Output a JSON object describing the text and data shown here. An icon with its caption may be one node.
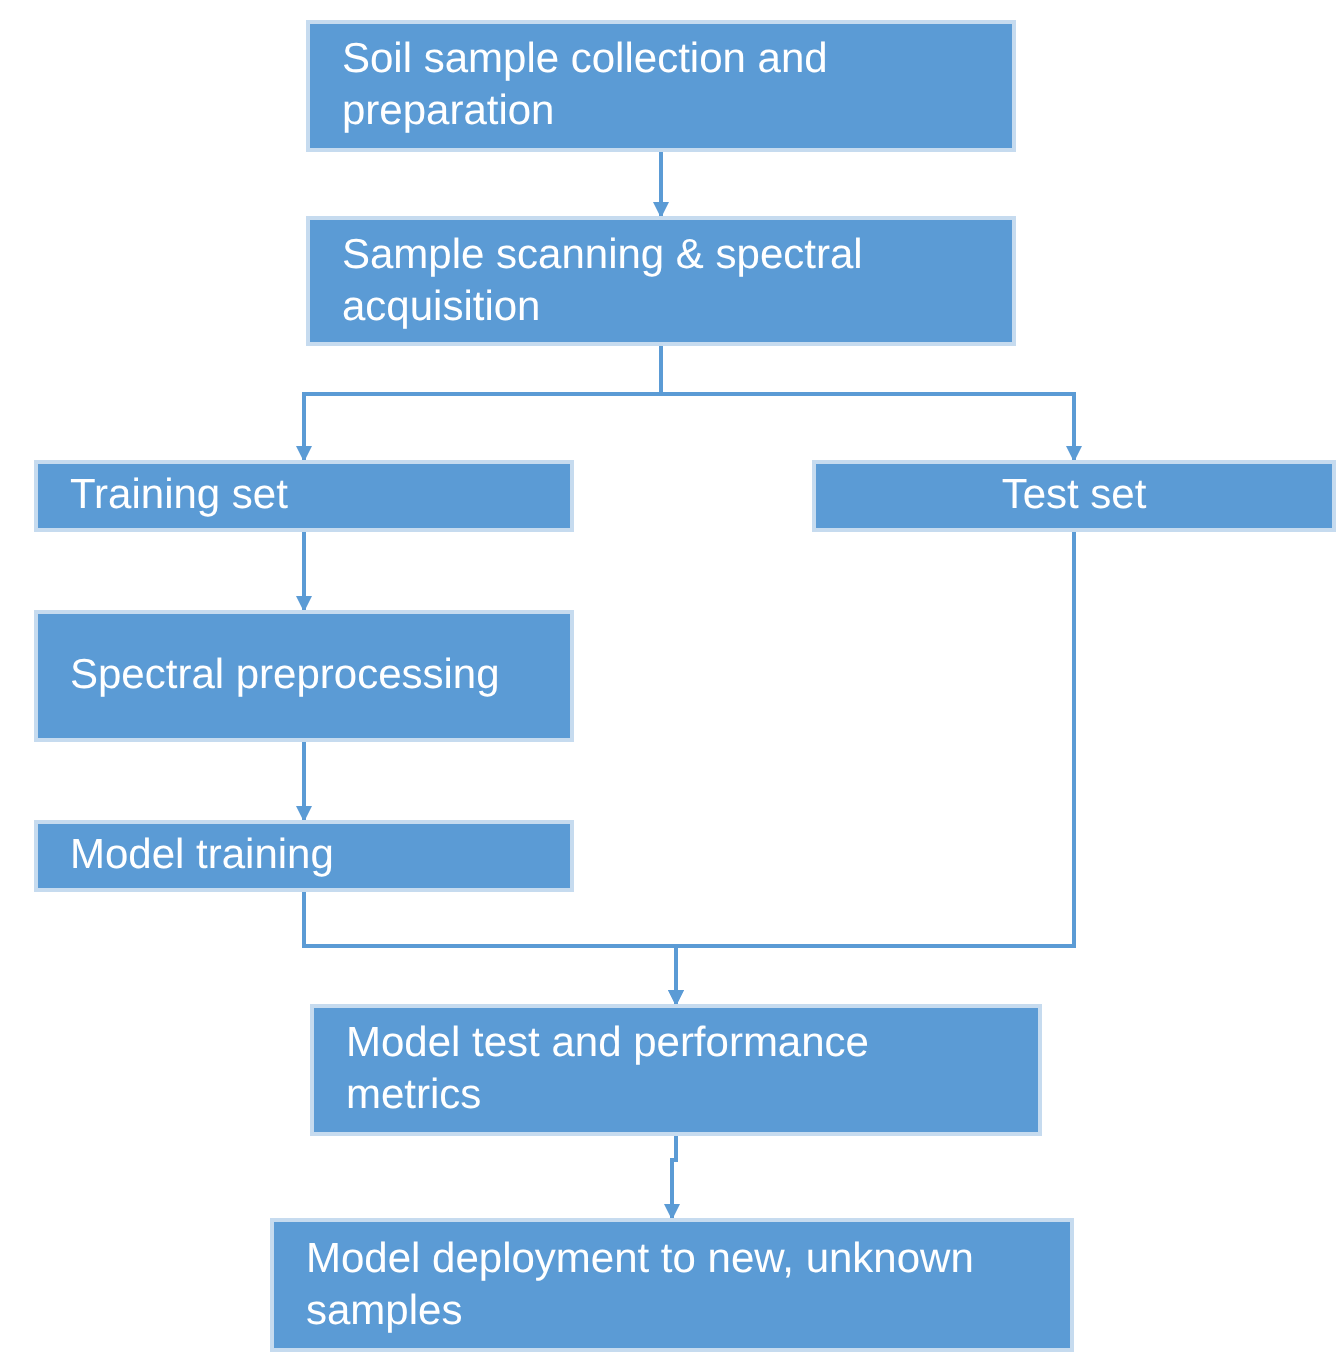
{
  "diagram": {
    "nodes": [
      {
        "text": [
          "Soil sample collection and preparation"
        ]
      },
      {
        "text": [
          "Sample scanning & spectral acquisition"
        ]
      },
      {
        "text": [
          "Training set"
        ]
      },
      {
        "text": [
          "Test set"
        ]
      },
      {
        "text": [
          "Spectral preprocessing"
        ]
      },
      {
        "text": [
          "Model training"
        ]
      },
      {
        "text": [
          "Model test and performance metrics"
        ]
      },
      {
        "text": [
          "Model deployment to new, unknown samples"
        ]
      }
    ],
    "edges": [
      {
        "from": 0,
        "to": 1,
        "arrow": "to"
      },
      {
        "from": 1,
        "to": 2,
        "arrow": "to"
      },
      {
        "from": 1,
        "to": 3,
        "arrow": "to"
      },
      {
        "from": 2,
        "to": 4,
        "arrow": "to"
      },
      {
        "from": 4,
        "to": 5,
        "arrow": "to"
      },
      {
        "from": 5,
        "to": 6,
        "arrow": "to"
      },
      {
        "from": 3,
        "to": 6,
        "arrow": "to"
      },
      {
        "from": 6,
        "to": 7,
        "arrow": "to"
      }
    ]
  }
}
